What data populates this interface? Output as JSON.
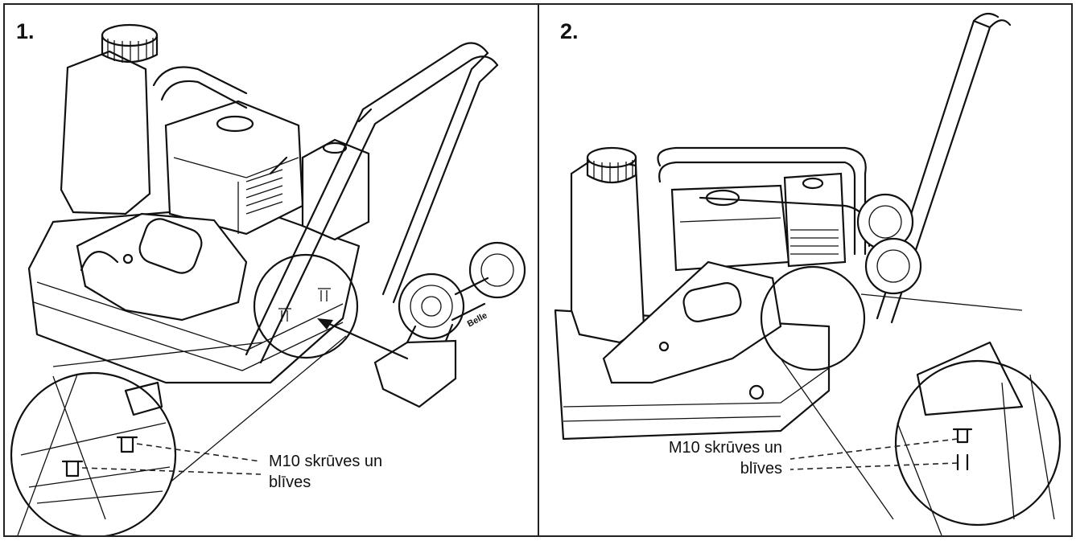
{
  "panels": [
    {
      "step": "1.",
      "callout_line1": "M10 skrūves un",
      "callout_line2": "blīves",
      "wheel_brand": "Belle"
    },
    {
      "step": "2.",
      "callout_line1": "M10 skrūves un",
      "callout_line2": "blīves"
    }
  ]
}
